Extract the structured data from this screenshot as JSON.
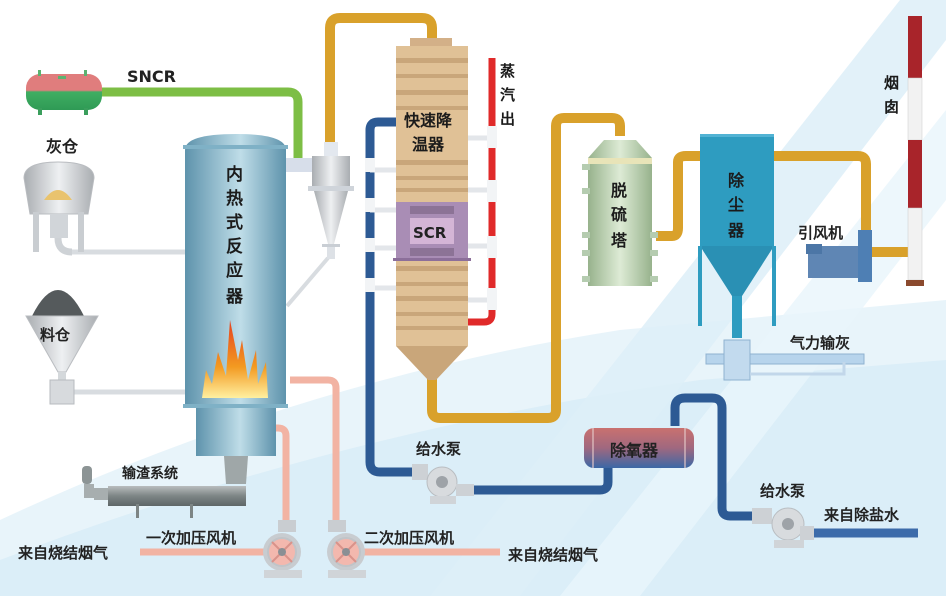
{
  "title": "内热式反应器烟气处理工艺流程",
  "colors": {
    "flue_pipe": "#D9A12B",
    "water_pipe": "#2D5A94",
    "steam_pipe": "#E02A2A",
    "air_pipe": "#F2B3A3",
    "sncr_pipe": "#7DBE45",
    "ash_pipe": "#D8DCE0",
    "reactor": "#6FA7BE",
    "quench_tower": "#D9B68A",
    "scr_module": "#A98DB5",
    "desulf_tower": "#B9CFB0",
    "dust_collector": "#2E9CC0",
    "chimney_red": "#A8242A",
    "background_streak": "#DDEFF8"
  },
  "labels": {
    "sncr": "SNCR",
    "ash_silo": "灰仓",
    "material_silo": "料仓",
    "reactor": [
      "内",
      "热",
      "式",
      "反",
      "应",
      "器"
    ],
    "quench_tower": [
      "快速降",
      "温器"
    ],
    "scr": "SCR",
    "steam_out": [
      "蒸",
      "汽",
      "出"
    ],
    "desulf_tower": [
      "脱",
      "硫",
      "塔"
    ],
    "dust_collector": [
      "除",
      "尘",
      "器"
    ],
    "chimney": [
      "烟",
      "囱"
    ],
    "induced_fan": "引风机",
    "pneumatic_ash": "气力输灰",
    "slag_system": "输渣系统",
    "primary_fan": "一次加压风机",
    "secondary_fan": "二次加压风机",
    "flue_in_left": "来自烧结烟气",
    "flue_in_right": "来自烧结烟气",
    "feed_pump_1": "给水泵",
    "feed_pump_2": "给水泵",
    "deaerator": "除氧器",
    "demin_water": "来自除盐水"
  }
}
